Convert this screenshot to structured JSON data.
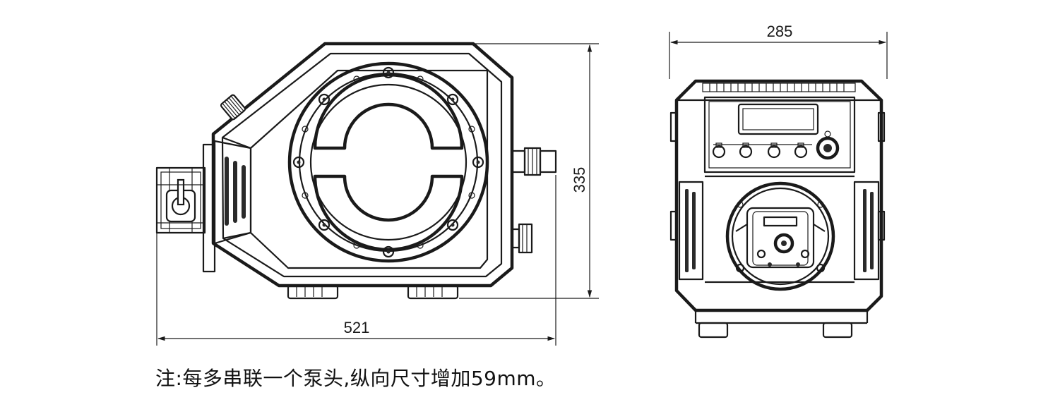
{
  "dimensions": {
    "width_side": "521",
    "height_side": "335",
    "width_front": "285"
  },
  "note": "注:每多串联一个泵头,纵向尺寸增加59mm。"
}
